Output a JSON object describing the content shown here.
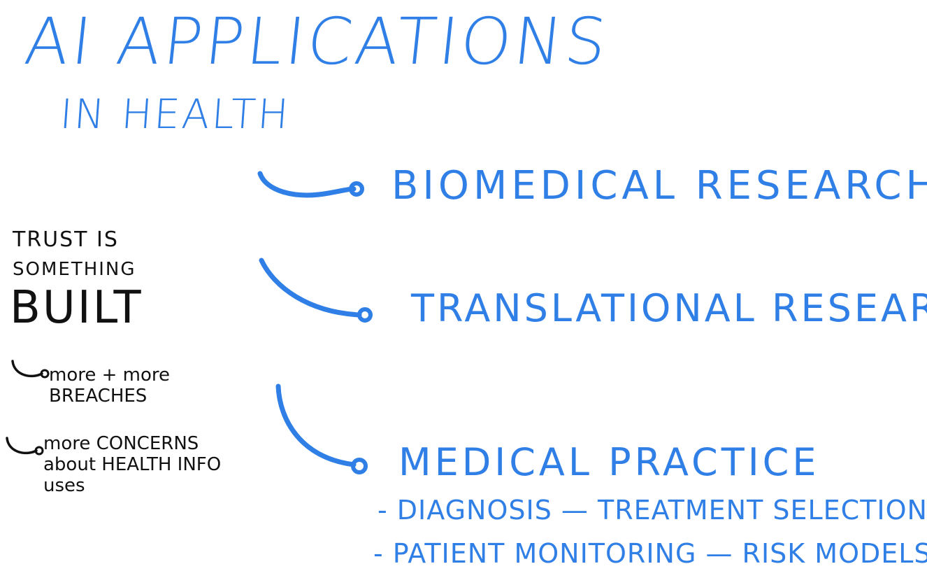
{
  "title": {
    "line1": "AI APPLICATIONS",
    "line2": "IN HEALTH"
  },
  "branches": [
    {
      "label": "BIOMEDICAL RESEARCH"
    },
    {
      "label": "TRANSLATIONAL RESEARCH"
    },
    {
      "label": "MEDICAL PRACTICE"
    }
  ],
  "medical_practice_items": {
    "line1": "- DIAGNOSIS — TREATMENT SELECTION -",
    "line2": "- PATIENT MONITORING — RISK MODELS"
  },
  "side_note": {
    "line1": "TRUST IS",
    "line2": "SOMETHING",
    "line3": "BUILT",
    "bullets": [
      {
        "line1": "more + more",
        "line2": "BREACHES"
      },
      {
        "line1": "more CONCERNS",
        "line2": "about HEALTH INFO",
        "line3": "uses"
      }
    ]
  },
  "colors": {
    "ink_blue": "#2f7fe6",
    "ink_black": "#111111",
    "background": "#ffffff"
  }
}
